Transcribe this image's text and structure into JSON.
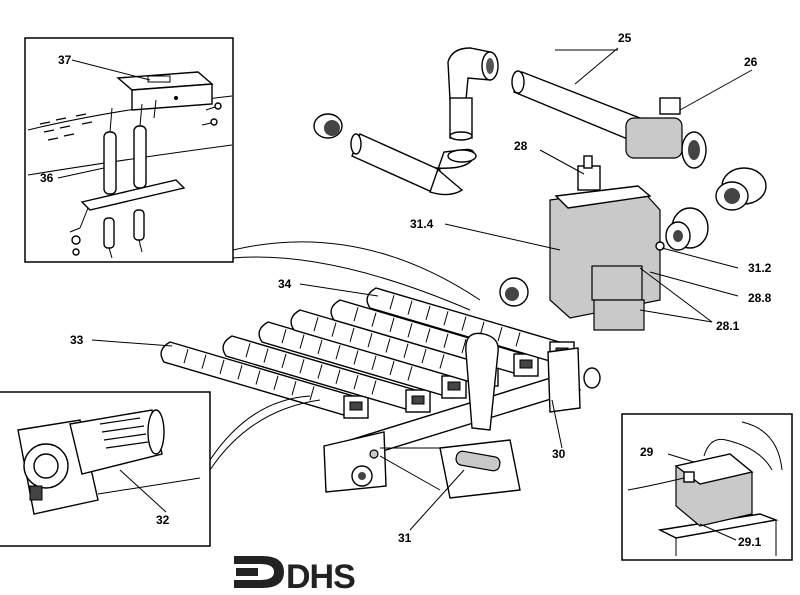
{
  "labels": {
    "l37": "37",
    "l36": "36",
    "l25": "25",
    "l26": "26",
    "l28": "28",
    "l31_4": "31.4",
    "l31_2": "31.2",
    "l28_8": "28.8",
    "l28_1": "28.1",
    "l34": "34",
    "l33": "33",
    "l30": "30",
    "l29": "29",
    "l29_1": "29.1",
    "l32": "32",
    "l31": "31"
  },
  "logo": {
    "text": "DHS",
    "color": "#222222"
  }
}
